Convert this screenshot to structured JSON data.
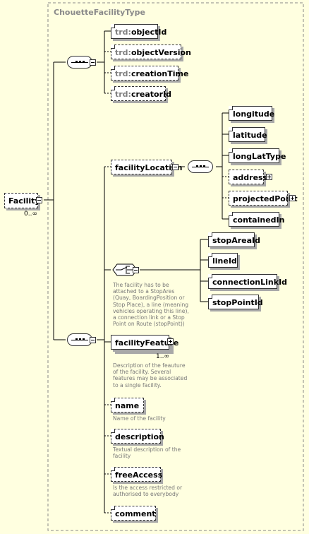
{
  "complex_type": {
    "name": "ChouetteFacilityType"
  },
  "root": {
    "name": "Facility",
    "multiplicity": "0..∞"
  },
  "header_elements": [
    {
      "prefix": "trd:",
      "name": "objectId"
    },
    {
      "prefix": "trd:",
      "name": "objectVersion"
    },
    {
      "prefix": "trd:",
      "name": "creationTime"
    },
    {
      "prefix": "trd:",
      "name": "creatorId"
    }
  ],
  "facility_location": {
    "name": "facilityLocation",
    "children": [
      "longitude",
      "latitude",
      "longLatType",
      "address",
      "projectedPoint",
      "containedIn"
    ]
  },
  "choice": {
    "items": [
      "stopAreaId",
      "lineId",
      "connectionLinkId",
      "stopPointId"
    ],
    "doc": "The facility has to be attached to a StopAres (Quay, BoardingPosition or Stop Place), a line (meaning vehicles operating this line), a connection link or a Stop Point on Route (stopPoint))"
  },
  "facility_feature": {
    "name": "facilityFeature",
    "multiplicity": "1..∞",
    "doc": "Description of the feauture of the facility. Several features may be associated to a single facility."
  },
  "fields": [
    {
      "name": "name",
      "doc": "Name of the facility"
    },
    {
      "name": "description",
      "doc": "Textual description of the facility"
    },
    {
      "name": "freeAccess",
      "doc": "Is the access restricted or authorised to everybody"
    },
    {
      "name": "comment",
      "doc": ""
    }
  ]
}
